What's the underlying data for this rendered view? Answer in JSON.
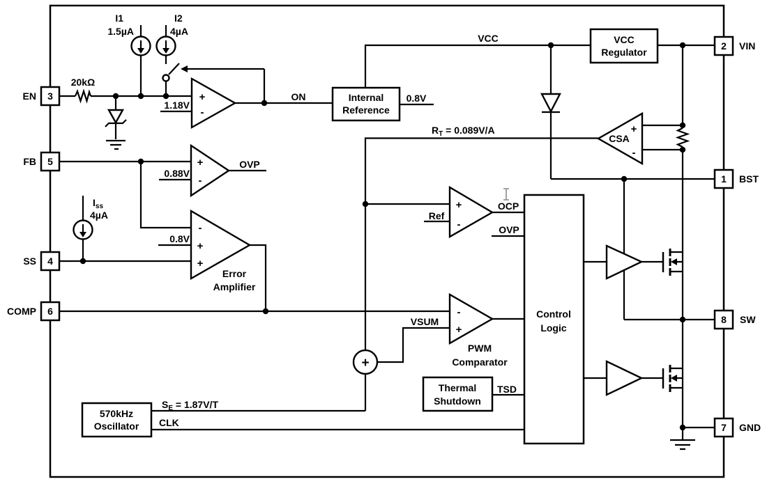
{
  "pins": {
    "left": [
      {
        "name": "EN",
        "number": "3"
      },
      {
        "name": "FB",
        "number": "5"
      },
      {
        "name": "SS",
        "number": "4"
      },
      {
        "name": "COMP",
        "number": "6"
      }
    ],
    "right": [
      {
        "name": "VIN",
        "number": "2"
      },
      {
        "name": "BST",
        "number": "1"
      },
      {
        "name": "SW",
        "number": "8"
      },
      {
        "name": "GND",
        "number": "7"
      }
    ]
  },
  "blocks": {
    "internal_reference": [
      "Internal",
      "Reference"
    ],
    "vcc_regulator": [
      "VCC",
      "Regulator"
    ],
    "oscillator": [
      "570kHz",
      "Oscillator"
    ],
    "thermal_shutdown": [
      "Thermal",
      "Shutdown"
    ],
    "control_logic": [
      "Control",
      "Logic"
    ]
  },
  "comparators": {
    "enable": {
      "threshold": "1.18V",
      "output": "ON"
    },
    "ovp": {
      "threshold": "0.88V",
      "output": "OVP"
    },
    "ocp": {
      "reference": "Ref",
      "output": "OCP",
      "ovp_input": "OVP"
    },
    "pwm": {
      "input": "VSUM",
      "label": [
        "PWM",
        "Comparator"
      ]
    },
    "error_amp": {
      "reference": "0.8V",
      "label": [
        "Error",
        "Amplifier"
      ]
    },
    "csa": {
      "label": "CSA"
    }
  },
  "current_sources": {
    "i1": {
      "name": "I1",
      "value": "1.5µA"
    },
    "i2": {
      "name": "I2",
      "value": "4µA"
    },
    "iss": {
      "base": "I",
      "sub": "ss",
      "value": "4µA"
    }
  },
  "signals": {
    "vcc": "VCC",
    "vref": "0.8V",
    "rt": {
      "base": "R",
      "sub": "T",
      "rest": " = 0.089V/A"
    },
    "se": {
      "base": "S",
      "sub": "E",
      "rest": " = 1.87V/T"
    },
    "clk": "CLK",
    "tsd": "TSD",
    "en_resistor": "20kΩ"
  },
  "symbols": {
    "plus": "+",
    "minus": "-",
    "sum": "+"
  }
}
